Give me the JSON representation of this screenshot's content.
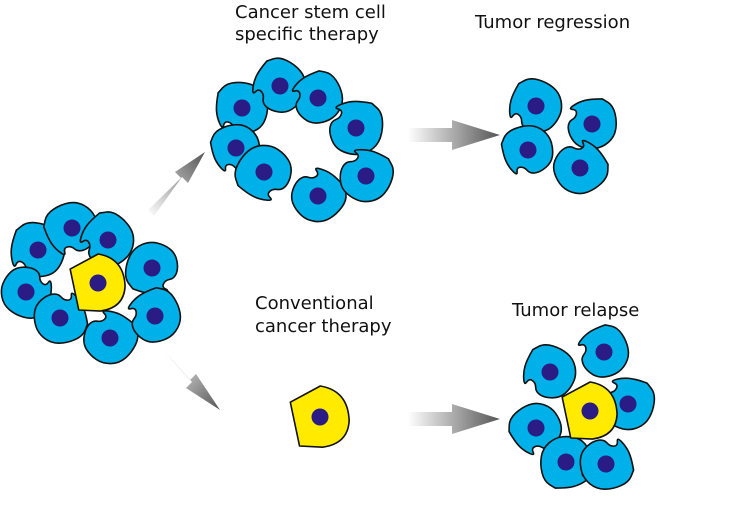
{
  "labels": {
    "csc_therapy_line1": "Cancer stem cell",
    "csc_therapy_line2": "specific therapy",
    "tumor_regression": "Tumor regression",
    "conventional_line1": "Conventional",
    "conventional_line2": "cancer therapy",
    "tumor_relapse": "Tumor relapse"
  },
  "colors": {
    "cancer_cell": "#00b0e8",
    "stem_cell": "#ffea00",
    "nucleus": "#2a1b85",
    "outline": "#111111",
    "arrow_dark": "#555555",
    "arrow_light": "#ffffff"
  }
}
